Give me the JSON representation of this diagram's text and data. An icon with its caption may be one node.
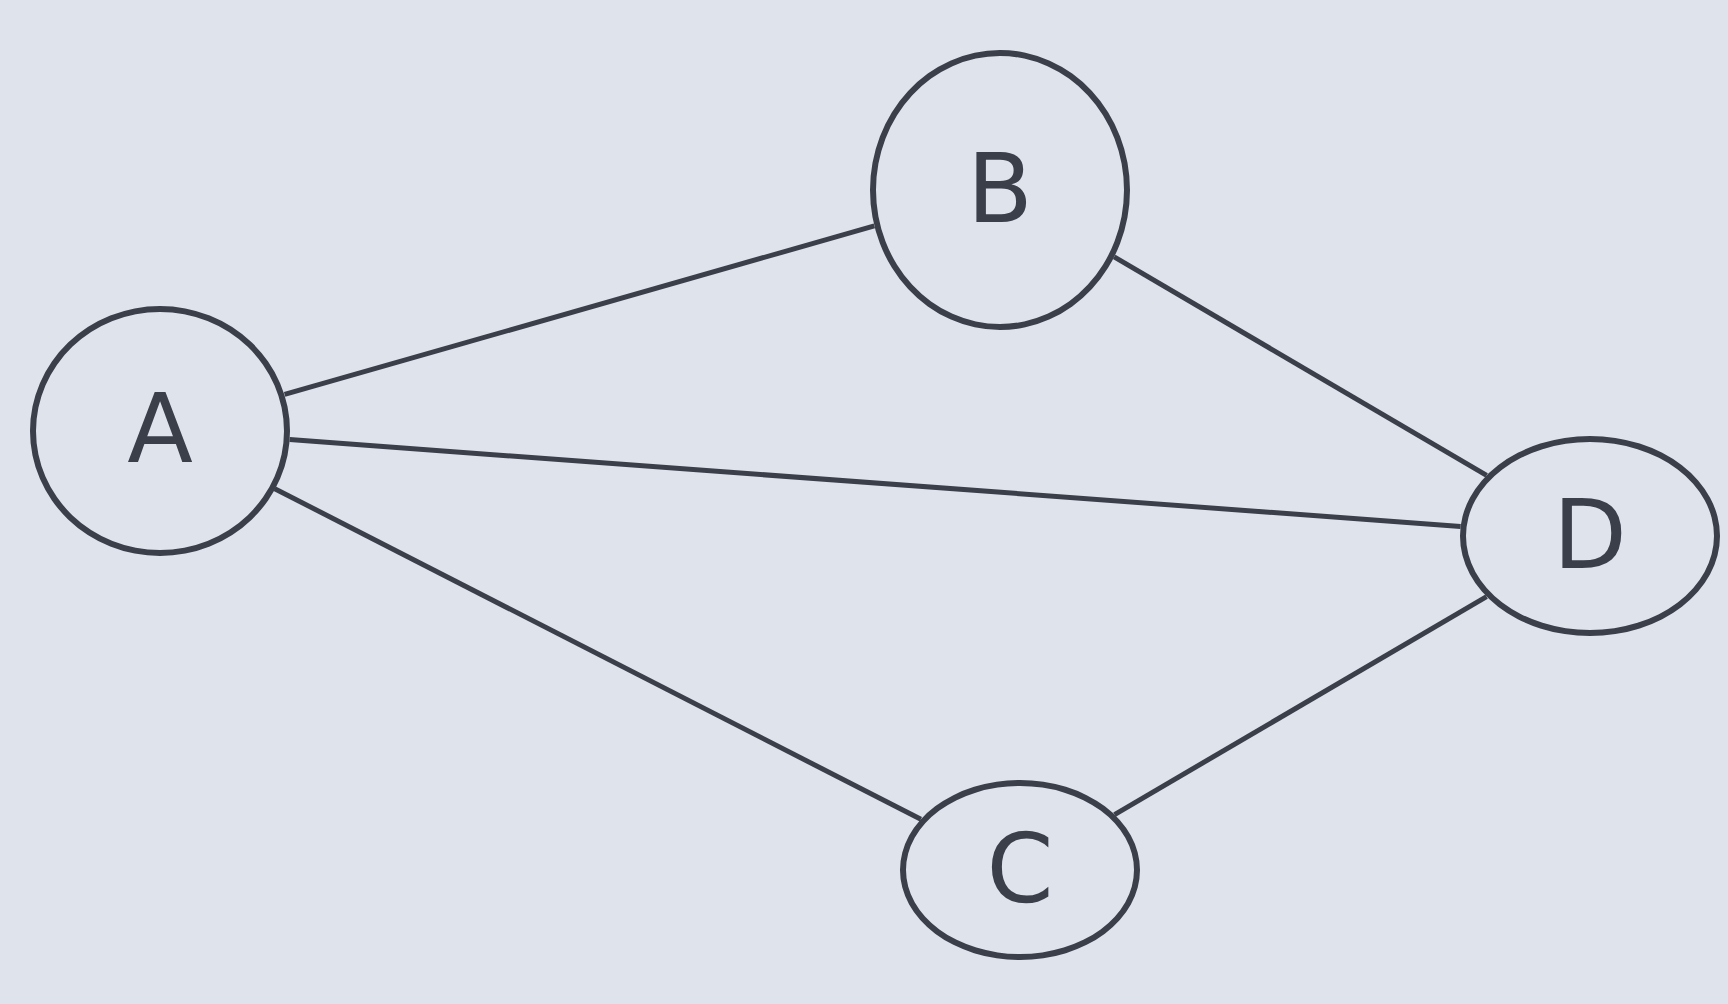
{
  "diagram": {
    "nodes": [
      {
        "text": [
          "A"
        ]
      },
      {
        "text": [
          "B"
        ]
      },
      {
        "text": [
          "D"
        ]
      },
      {
        "text": [
          "C"
        ]
      }
    ],
    "edges": [
      {
        "from": 0,
        "to": 1,
        "arrow": "none"
      },
      {
        "from": 0,
        "to": 2,
        "arrow": "none"
      },
      {
        "from": 0,
        "to": 3,
        "arrow": "none"
      },
      {
        "from": 1,
        "to": 2,
        "arrow": "none"
      },
      {
        "from": 3,
        "to": 2,
        "arrow": "none"
      }
    ]
  }
}
